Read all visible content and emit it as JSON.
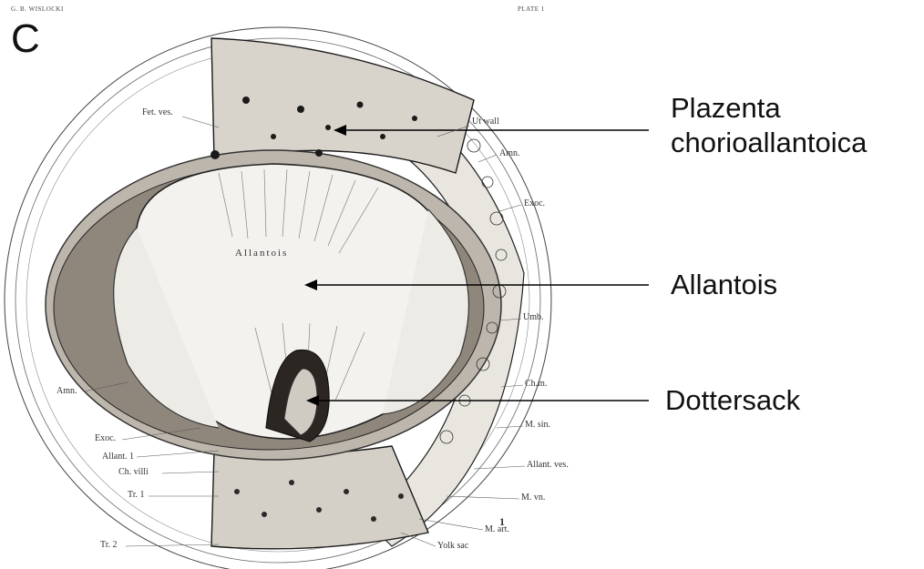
{
  "header": {
    "left": "G. B. WISLOCKI",
    "right": "PLATE 1"
  },
  "panel_letter": "C",
  "callouts": {
    "placenta_line1": "Plazenta",
    "placenta_line2": "chorioallantoica",
    "allantois": "Allantois",
    "dottersack": "Dottersack"
  },
  "drawing_labels": {
    "fet_ves": "Fet. ves.",
    "ut_wall": "Ut wall",
    "amn_right": "Amn.",
    "exoc_right": "Exoc.",
    "allantois_inner": "Allantois",
    "umb": "Umb.",
    "ch_m": "Ch.m.",
    "m_sin": "M. sin.",
    "allant_ves": "Allant. ves.",
    "m_vn": "M. vn.",
    "m_art": "M. art.",
    "yolk_sac": "Yolk sac",
    "amn_left": "Amn.",
    "exoc_left": "Exoc.",
    "allant_1": "Allant. 1",
    "ch_villi": "Ch. villi",
    "tr_1": "Tr. 1",
    "tr_2": "Tr. 2",
    "figure_number": "1"
  },
  "colors": {
    "ink": "#1a1a1a",
    "sepia": "#5b5248",
    "paper": "#ffffff"
  }
}
